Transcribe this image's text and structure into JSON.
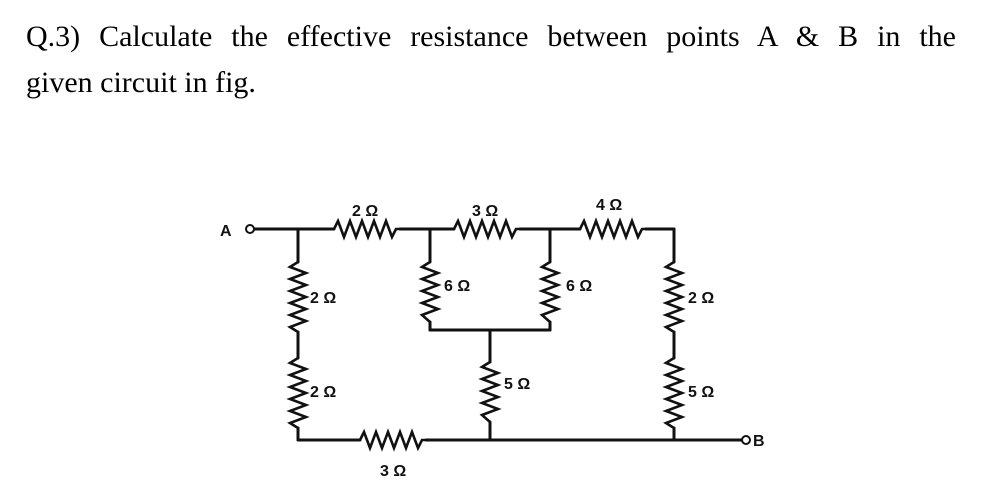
{
  "question": {
    "line1": "Q.3) Calculate the effective resistance between points A & B in the",
    "line2": "given circuit in fig."
  },
  "circuit": {
    "terminal_a": "A",
    "terminal_b": "B",
    "resistors": {
      "top_1": "2 Ω",
      "top_2": "3 Ω",
      "top_3": "4 Ω",
      "left_upper": "2 Ω",
      "left_lower": "2 Ω",
      "mid_left": "6 Ω",
      "mid_right": "6 Ω",
      "center_lower": "5 Ω",
      "right_upper": "2 Ω",
      "right_lower": "5 Ω",
      "bottom": "3 Ω"
    }
  }
}
